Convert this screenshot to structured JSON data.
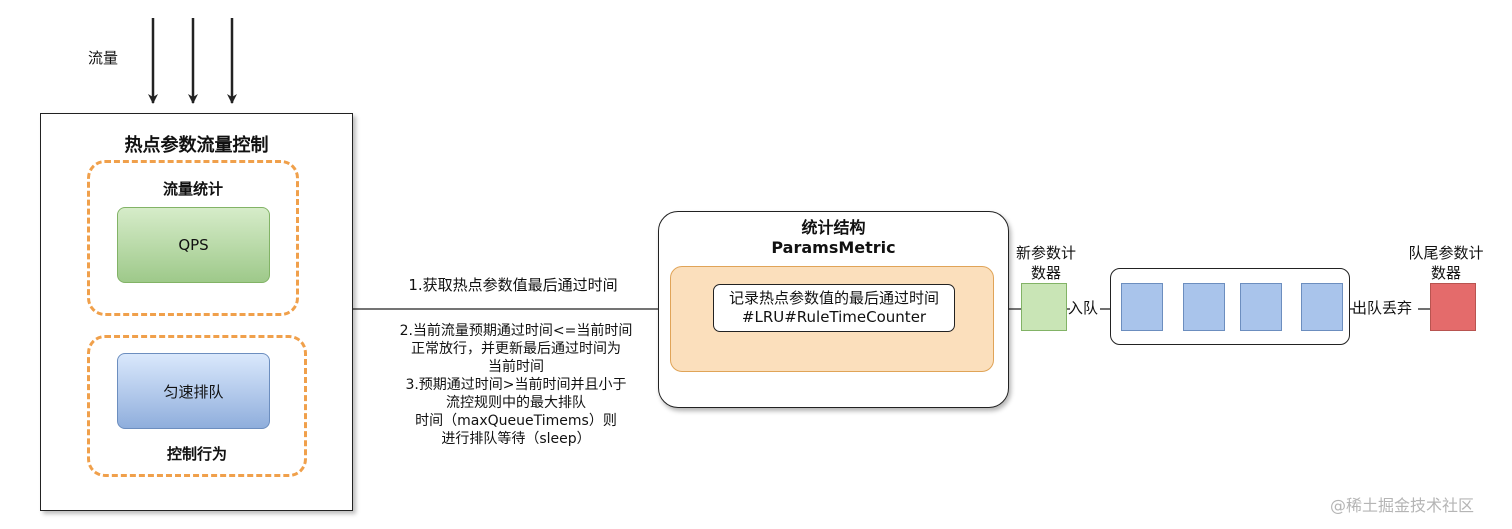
{
  "diagram": {
    "traffic_label": "流量",
    "main_title": "热点参数流量控制",
    "stats_group_label": "流量统计",
    "qps_label": "QPS",
    "queue_label": "匀速排队",
    "control_group_label": "控制行为",
    "metric_title_line1": "统计结构",
    "metric_title_line2": "ParamsMetric",
    "metric_record_line1": "记录热点参数值的最后通过时间",
    "metric_record_line2": "#LRU#RuleTimeCounter",
    "flow_step1": "1.获取热点参数值最后通过时间",
    "flow_desc": [
      "2.当前流量预期通过时间<=当前时间",
      "正常放行，并更新最后通过时间为",
      "当前时间",
      "3.预期通过时间>当前时间并且小于",
      "流控规则中的最大排队",
      "时间（maxQueueTimems）则",
      "进行排队等待（sleep）"
    ],
    "new_counter_label_line1": "新参数计",
    "new_counter_label_line2": "数器",
    "enqueue_label": "入队",
    "dequeue_label": "出队丢弃",
    "tail_counter_label_line1": "队尾参数计",
    "tail_counter_label_line2": "数器",
    "watermark": "@稀土掘金技术社区"
  },
  "colors": {
    "dashed_orange": "#F0A04B",
    "qps_green": "#9ec98a",
    "queue_blue": "#8faedc",
    "metric_fill": "#fbdfbc",
    "new_counter_green": "#c9e5b6",
    "queue_slot_blue": "#a9c4eb",
    "tail_counter_red": "#e46b6b"
  }
}
